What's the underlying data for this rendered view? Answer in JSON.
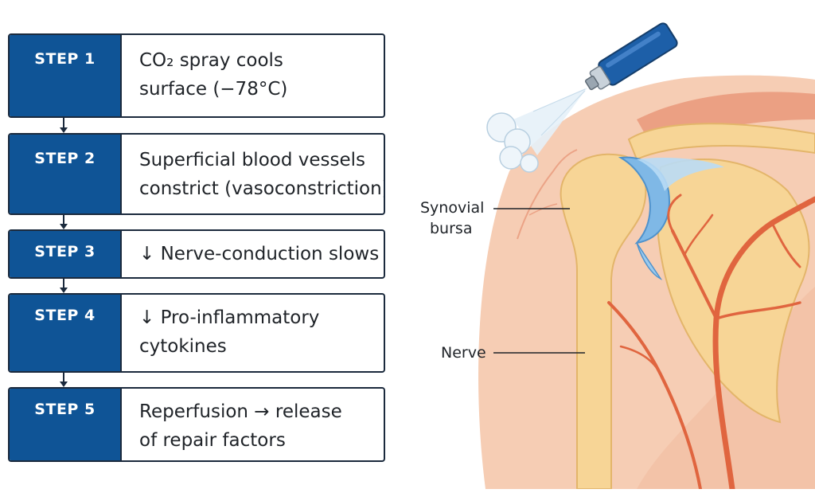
{
  "steps": [
    {
      "label": "STEP 1",
      "line1": "CO₂ spray cools",
      "line2": "surface (−78°C)"
    },
    {
      "label": "STEP 2",
      "line1": "Superficial blood vessels",
      "line2": "constrict (vasoconstriction)"
    },
    {
      "label": "STEP 3",
      "line1": "↓ Nerve-conduction slows",
      "line2": ""
    },
    {
      "label": "STEP 4",
      "line1": "↓ Pro-inflammatory",
      "line2": "cytokines"
    },
    {
      "label": "STEP 5",
      "line1": "Reperfusion → release",
      "line2": "of repair factors"
    }
  ],
  "callouts": {
    "bursa_line1": "Synovial",
    "bursa_line2": "bursa",
    "nerve": "Nerve"
  },
  "colors": {
    "step_label_bg": "#0f5496",
    "skin": "#f6cdb4",
    "bone": "#f7d596",
    "bursa": "#7fb8e6",
    "vessel": "#e0653f",
    "spray_can": "#1d5fa8"
  },
  "icons": [
    "spray-can-icon",
    "spray-mist-icon"
  ]
}
